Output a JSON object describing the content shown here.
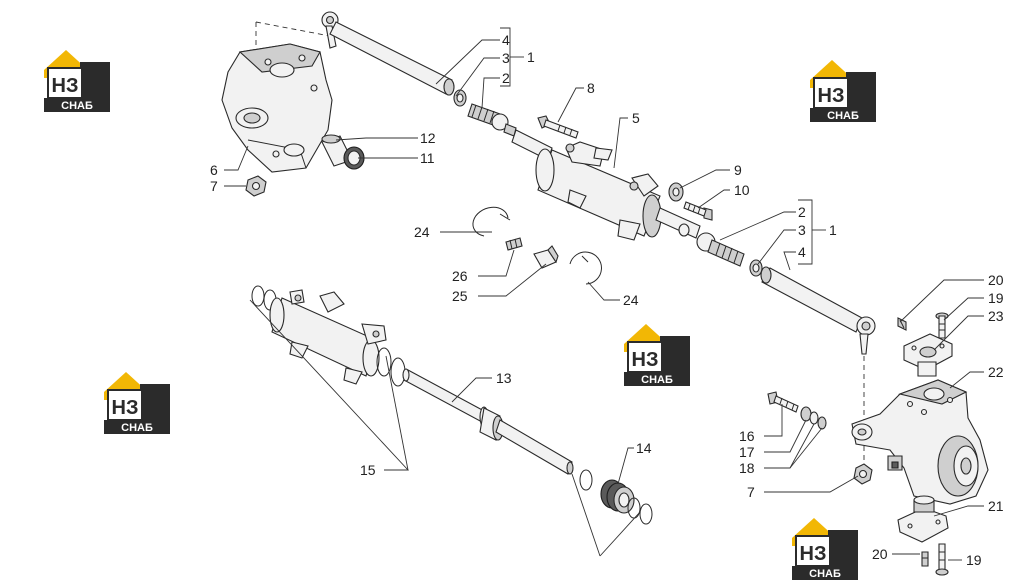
{
  "brand": {
    "logo_letters": "НЗ",
    "logo_caption": "СНАБ",
    "colors": {
      "gold": "#f2b705",
      "dark": "#2b2b2b",
      "white": "#ffffff"
    }
  },
  "callouts": {
    "c1a": "1",
    "c2a": "2",
    "c3a": "3",
    "c4a": "4",
    "c1b": "1",
    "c2b": "2",
    "c3b": "3",
    "c4b": "4",
    "c5": "5",
    "c6": "6",
    "c7a": "7",
    "c7b": "7",
    "c8": "8",
    "c9": "9",
    "c10": "10",
    "c11": "11",
    "c12": "12",
    "c13": "13",
    "c14": "14",
    "c15": "15",
    "c16": "16",
    "c17": "17",
    "c18": "18",
    "c19a": "19",
    "c19b": "19",
    "c20a": "20",
    "c20b": "20",
    "c21": "21",
    "c22": "22",
    "c23": "23",
    "c24a": "24",
    "c24b": "24",
    "c25": "25",
    "c26": "26"
  }
}
